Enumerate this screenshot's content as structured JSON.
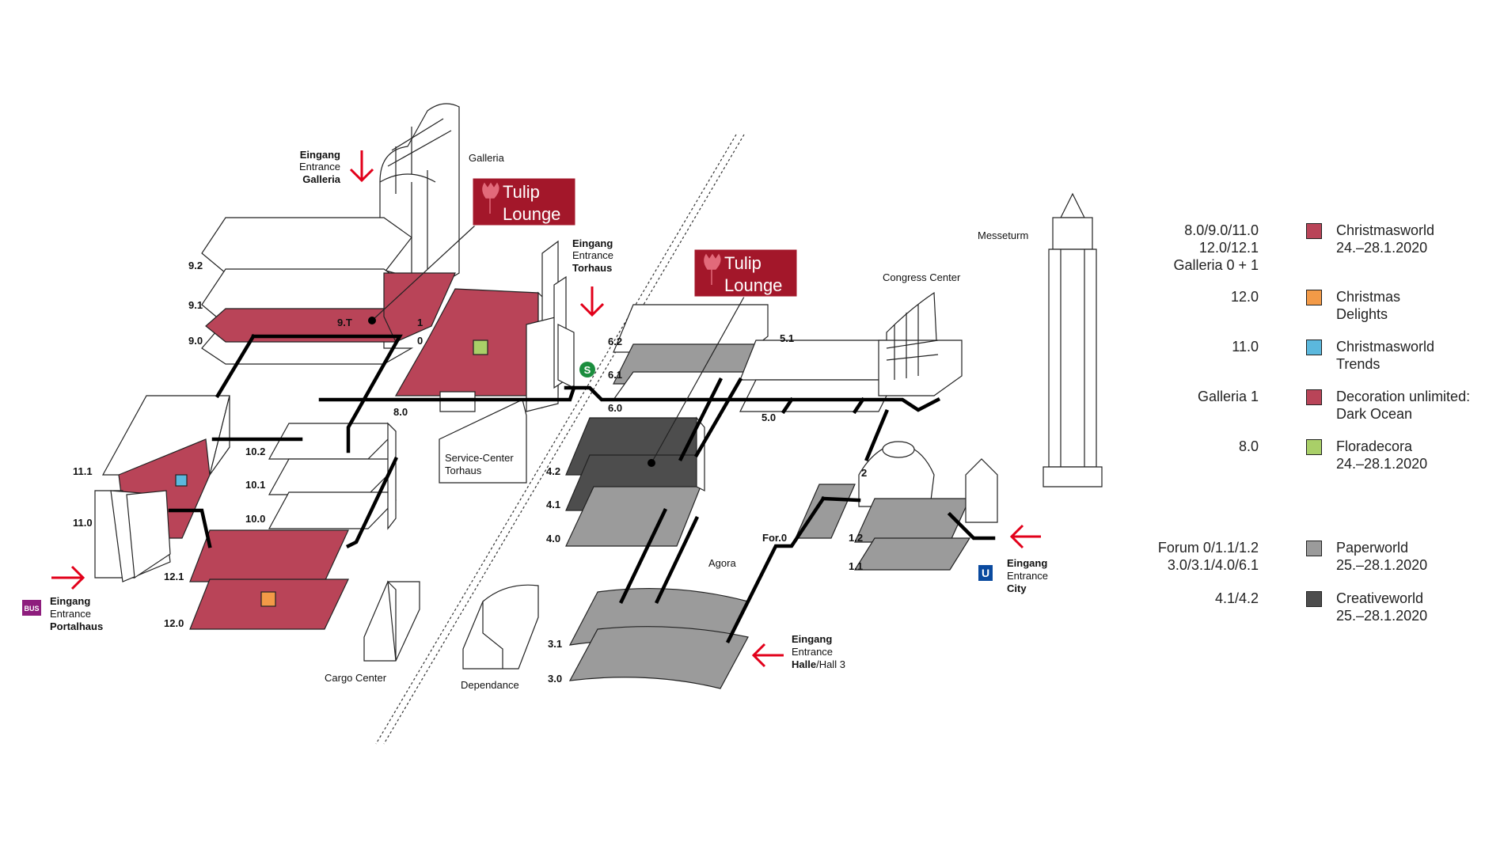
{
  "colors": {
    "christmasworld": "#b94458",
    "christmas_delights": "#f39a47",
    "trends": "#5bb8dd",
    "floradecora": "#a9cf68",
    "paperworld": "#9b9b9b",
    "creativeworld": "#4d4d4d",
    "lounge": "#a3172a",
    "arrow": "#e2001a"
  },
  "map": {
    "buildings": {
      "galleria": "Galleria",
      "messeturm": "Messeturm",
      "congress_center": "Congress Center",
      "service_center_1": "Service-Center",
      "service_center_2": "Torhaus",
      "agora": "Agora",
      "cargo_center": "Cargo Center",
      "dependance": "Dependance"
    },
    "halls": {
      "h9_2": "9.2",
      "h9_1": "9.1",
      "h9_0": "9.0",
      "h9_t": "9.T",
      "g1": "1",
      "g0": "0",
      "h8_0": "8.0",
      "h10_2": "10.2",
      "h10_1": "10.1",
      "h10_0": "10.0",
      "h11_1": "11.1",
      "h11_0": "11.0",
      "h12_1": "12.1",
      "h12_0": "12.0",
      "h6_2": "6.2",
      "h6_1": "6.1",
      "h6_0": "6.0",
      "h5_1": "5.1",
      "h5_0": "5.0",
      "h4_2": "4.2",
      "h4_1": "4.1",
      "h4_0": "4.0",
      "h3_1": "3.1",
      "h3_0": "3.0",
      "h2": "2",
      "for0": "For.0",
      "h1_2": "1.2",
      "h1_1": "1.1"
    },
    "lounge": {
      "line1": "Tulip",
      "line2": "Lounge"
    },
    "entrances": {
      "galleria": {
        "l1": "Eingang",
        "l2": "Entrance",
        "l3": "Galleria"
      },
      "torhaus": {
        "l1": "Eingang",
        "l2": "Entrance",
        "l3": "Torhaus"
      },
      "portalhaus": {
        "l1": "Eingang",
        "l2": "Entrance",
        "l3": "Portalhaus"
      },
      "city": {
        "l1": "Eingang",
        "l2": "Entrance",
        "l3": "City"
      },
      "halle3": {
        "l1": "Eingang",
        "l2": "Entrance",
        "l3a": "Halle",
        "l3b": "/Hall 3"
      }
    },
    "badges": {
      "bus": "BUS",
      "sbahn": "S",
      "ubahn": "U"
    }
  },
  "legend": [
    {
      "halls": [
        "8.0/9.0/11.0",
        "12.0/12.1",
        "Galleria 0 + 1"
      ],
      "color": "#b94458",
      "name": [
        "Christmasworld",
        "24.–28.1.2020"
      ]
    },
    {
      "halls": [
        "12.0"
      ],
      "color": "#f39a47",
      "name": [
        "Christmas",
        "Delights"
      ]
    },
    {
      "halls": [
        "11.0"
      ],
      "color": "#5bb8dd",
      "name": [
        "Christmasworld",
        "Trends"
      ]
    },
    {
      "halls": [
        "Galleria 1"
      ],
      "color": "#b94458",
      "name": [
        "Decoration unlimited:",
        "Dark Ocean"
      ]
    },
    {
      "halls": [
        "8.0"
      ],
      "color": "#a9cf68",
      "name": [
        "Floradecora",
        "24.–28.1.2020"
      ]
    },
    {
      "halls": [
        "Forum 0/1.1/1.2",
        "3.0/3.1/4.0/6.1"
      ],
      "color": "#9b9b9b",
      "name": [
        "Paperworld",
        "25.–28.1.2020"
      ]
    },
    {
      "halls": [
        "4.1/4.2"
      ],
      "color": "#4d4d4d",
      "name": [
        "Creativeworld",
        "25.–28.1.2020"
      ]
    }
  ]
}
